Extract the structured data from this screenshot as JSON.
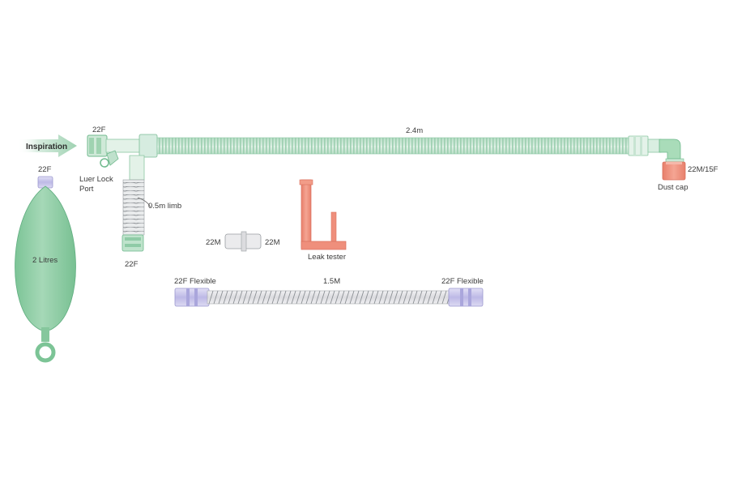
{
  "colors": {
    "green_light": "#cfe8d8",
    "green_mid": "#a9d6ba",
    "green_dark": "#6fb98d",
    "bag_green": "#88c9a0",
    "salmon": "#ef8f7c",
    "salmon_dark": "#d9705d",
    "lilac": "#c9c6ea",
    "grey_tube": "#e6e6e8",
    "label": "#3a3a3a"
  },
  "labels": {
    "inspiration": "Inspiration",
    "inlet_22f": "22F",
    "luer_lock": "Luer Lock",
    "port": "Port",
    "main_length": "2.4m",
    "elbow_size": "22M/15F",
    "dust_cap": "Dust cap",
    "bag_neck": "22F",
    "bag_volume": "2 Litres",
    "limb_length": "0.5m limb",
    "limb_end": "22F",
    "coupler_left": "22M",
    "coupler_right": "22M",
    "leak_tester": "Leak tester",
    "flex_left": "22F Flexible",
    "flex_length": "1.5M",
    "flex_right": "22F Flexible"
  },
  "icons": [
    "arrow-right-icon"
  ]
}
